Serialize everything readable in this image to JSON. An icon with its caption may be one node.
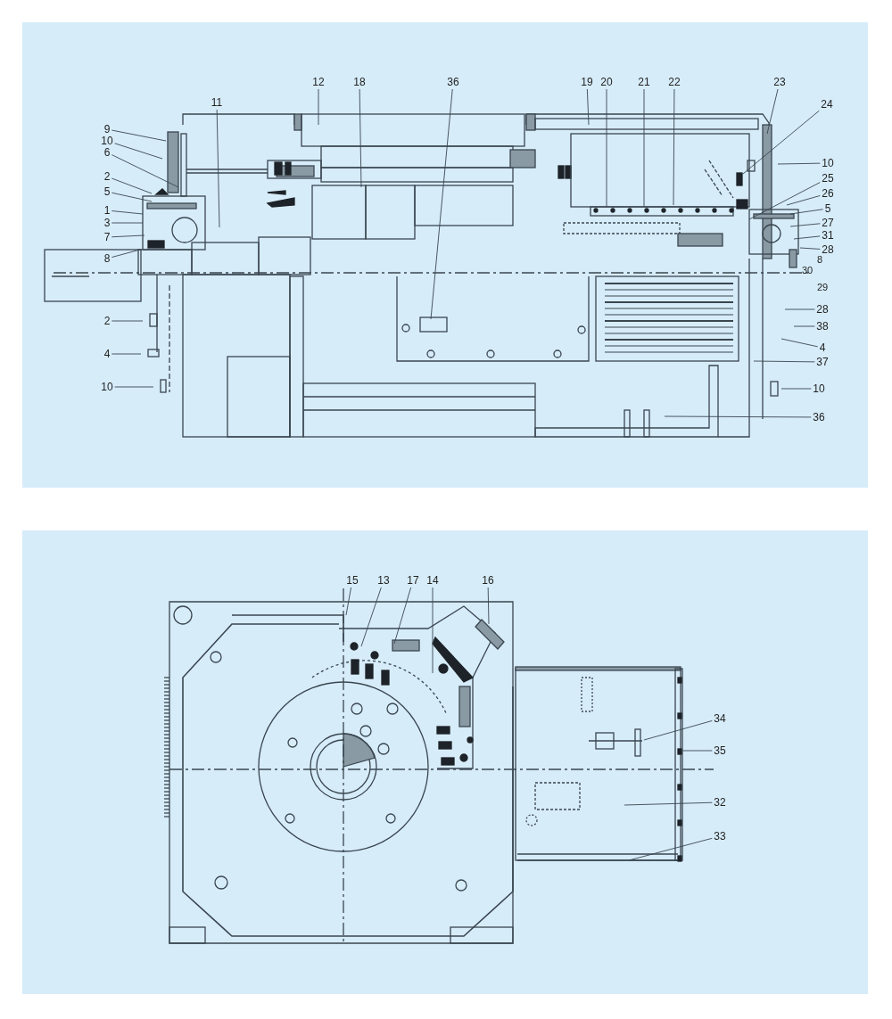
{
  "diagram": {
    "nodes": [
      {
        "text": [
          "11"
        ]
      },
      {
        "text": [
          "12"
        ]
      },
      {
        "text": [
          "18"
        ]
      },
      {
        "text": [
          "36"
        ]
      },
      {
        "text": [
          "19"
        ]
      },
      {
        "text": [
          "20"
        ]
      },
      {
        "text": [
          "21"
        ]
      },
      {
        "text": [
          "22"
        ]
      },
      {
        "text": [
          "23"
        ]
      },
      {
        "text": [
          "24"
        ]
      },
      {
        "text": [
          "9"
        ]
      },
      {
        "text": [
          "10"
        ]
      },
      {
        "text": [
          "6"
        ]
      },
      {
        "text": [
          "2"
        ]
      },
      {
        "text": [
          "5"
        ]
      },
      {
        "text": [
          "1"
        ]
      },
      {
        "text": [
          "3"
        ]
      },
      {
        "text": [
          "7"
        ]
      },
      {
        "text": [
          "8"
        ]
      },
      {
        "text": [
          "10"
        ]
      },
      {
        "text": [
          "25"
        ]
      },
      {
        "text": [
          "26"
        ]
      },
      {
        "text": [
          "5"
        ]
      },
      {
        "text": [
          "27"
        ]
      },
      {
        "text": [
          "31"
        ]
      },
      {
        "text": [
          "28"
        ]
      },
      {
        "text": [
          "28"
        ]
      },
      {
        "text": [
          "38"
        ]
      },
      {
        "text": [
          "4"
        ]
      },
      {
        "text": [
          "37"
        ]
      },
      {
        "text": [
          "10"
        ]
      },
      {
        "text": [
          "36"
        ]
      },
      {
        "text": [
          "2"
        ]
      },
      {
        "text": [
          "4"
        ]
      },
      {
        "text": [
          "10"
        ]
      },
      {
        "text": [
          "15"
        ]
      },
      {
        "text": [
          "13"
        ]
      },
      {
        "text": [
          "17"
        ]
      },
      {
        "text": [
          "14"
        ]
      },
      {
        "text": [
          "16"
        ]
      },
      {
        "text": [
          "34"
        ]
      },
      {
        "text": [
          "35"
        ]
      },
      {
        "text": [
          "32"
        ]
      },
      {
        "text": [
          "33"
        ]
      }
    ],
    "edges": [
      {
        "from": 0,
        "to": null,
        "arrow": "none"
      },
      {
        "from": 1,
        "to": null,
        "arrow": "none"
      },
      {
        "from": 2,
        "to": null,
        "arrow": "none"
      },
      {
        "from": 3,
        "to": null,
        "arrow": "none"
      },
      {
        "from": 4,
        "to": null,
        "arrow": "none"
      },
      {
        "from": 5,
        "to": null,
        "arrow": "none"
      },
      {
        "from": 6,
        "to": null,
        "arrow": "none"
      },
      {
        "from": 7,
        "to": null,
        "arrow": "none"
      },
      {
        "from": 8,
        "to": null,
        "arrow": "none"
      },
      {
        "from": 9,
        "to": null,
        "arrow": "none"
      },
      {
        "from": 10,
        "to": null,
        "arrow": "none"
      },
      {
        "from": 11,
        "to": null,
        "arrow": "none"
      },
      {
        "from": 12,
        "to": null,
        "arrow": "none"
      },
      {
        "from": 13,
        "to": null,
        "arrow": "none"
      },
      {
        "from": 14,
        "to": null,
        "arrow": "none"
      },
      {
        "from": 15,
        "to": null,
        "arrow": "none"
      },
      {
        "from": 16,
        "to": null,
        "arrow": "none"
      },
      {
        "from": 17,
        "to": null,
        "arrow": "none"
      },
      {
        "from": 18,
        "to": null,
        "arrow": "none"
      },
      {
        "from": 19,
        "to": null,
        "arrow": "none"
      },
      {
        "from": 20,
        "to": null,
        "arrow": "none"
      },
      {
        "from": 21,
        "to": null,
        "arrow": "none"
      },
      {
        "from": 22,
        "to": null,
        "arrow": "none"
      },
      {
        "from": 23,
        "to": null,
        "arrow": "none"
      },
      {
        "from": 24,
        "to": null,
        "arrow": "none"
      },
      {
        "from": 25,
        "to": null,
        "arrow": "none"
      },
      {
        "from": 26,
        "to": null,
        "arrow": "none"
      },
      {
        "from": 27,
        "to": null,
        "arrow": "none"
      },
      {
        "from": 28,
        "to": null,
        "arrow": "none"
      },
      {
        "from": 29,
        "to": null,
        "arrow": "none"
      },
      {
        "from": 30,
        "to": null,
        "arrow": "none"
      },
      {
        "from": 31,
        "to": null,
        "arrow": "none"
      },
      {
        "from": 32,
        "to": null,
        "arrow": "none"
      },
      {
        "from": 33,
        "to": null,
        "arrow": "none"
      },
      {
        "from": 34,
        "to": null,
        "arrow": "none"
      },
      {
        "from": 35,
        "to": null,
        "arrow": "none"
      },
      {
        "from": 36,
        "to": null,
        "arrow": "none"
      },
      {
        "from": 37,
        "to": null,
        "arrow": "none"
      },
      {
        "from": 38,
        "to": null,
        "arrow": "none"
      },
      {
        "from": 39,
        "to": null,
        "arrow": "none"
      },
      {
        "from": 40,
        "to": null,
        "arrow": "none"
      },
      {
        "from": 41,
        "to": null,
        "arrow": "none"
      },
      {
        "from": 42,
        "to": null,
        "arrow": "none"
      },
      {
        "from": 43,
        "to": null,
        "arrow": "none"
      }
    ],
    "labels": [
      "8",
      "30",
      "29"
    ]
  }
}
